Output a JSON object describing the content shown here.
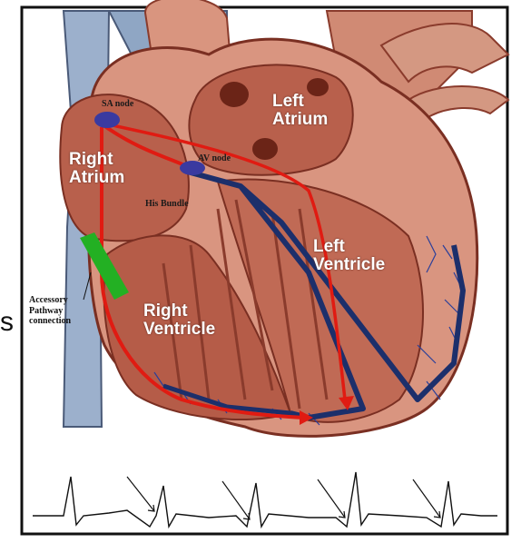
{
  "labels": {
    "left_atrium": "Left\nAtrium",
    "right_atrium": "Right\nAtrium",
    "left_ventricle": "Left\nVentricle",
    "right_ventricle": "Right\nVentricle",
    "sa_node": "SA node",
    "av_node": "AV node",
    "his_bundle": "His Bundle",
    "accessory_pathway": "Accessory\nPathway\nconnection",
    "edge_letter": "s"
  },
  "colors": {
    "tissue": "#c9826d",
    "tissue_dark": "#8a3b2c",
    "chamber": "#b85f4c",
    "vessel": "#8fa6c4",
    "conduction_red": "#e01b12",
    "conduction_blue": "#1c2f6b",
    "node_blue": "#3a3aa0",
    "accessory_green": "#23b023"
  }
}
